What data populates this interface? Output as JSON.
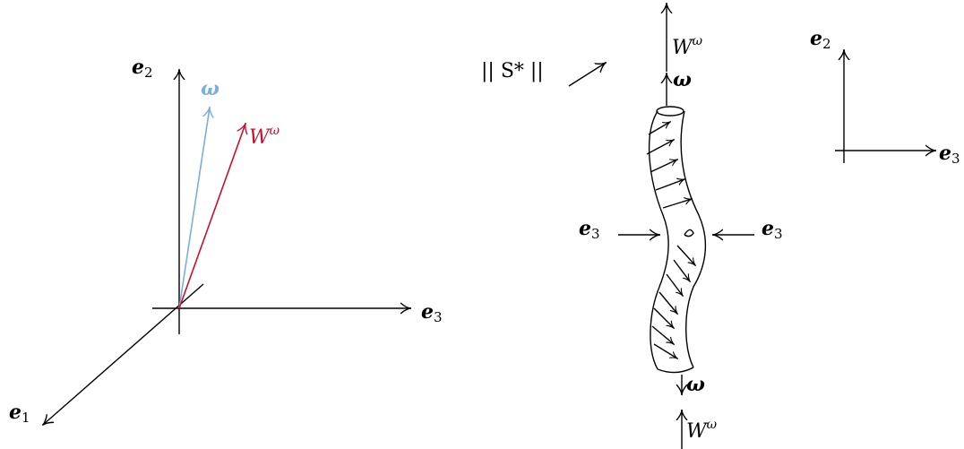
{
  "left_diagram": {
    "e1": {
      "base": "e",
      "sub": "1"
    },
    "e2": {
      "base": "e",
      "sub": "2"
    },
    "e3": {
      "base": "e",
      "sub": "3"
    },
    "omega": {
      "text": "ω",
      "color": "#7aaee0"
    },
    "W_omega": {
      "base": "W",
      "sup": "ω",
      "color": "#c8102e"
    }
  },
  "right_diagram": {
    "norm_label": "|| S* ||",
    "top_W": {
      "base": "W",
      "sup": "ω"
    },
    "top_omega": "ω",
    "bottom_omega": "ω",
    "bottom_W": {
      "base": "W",
      "sup": "ω"
    },
    "left_e3": {
      "base": "e",
      "sub": "3"
    },
    "right_e3": {
      "base": "e",
      "sub": "3"
    }
  },
  "frame": {
    "e2": {
      "base": "e",
      "sub": "2"
    },
    "e3": {
      "base": "e",
      "sub": "3"
    }
  }
}
